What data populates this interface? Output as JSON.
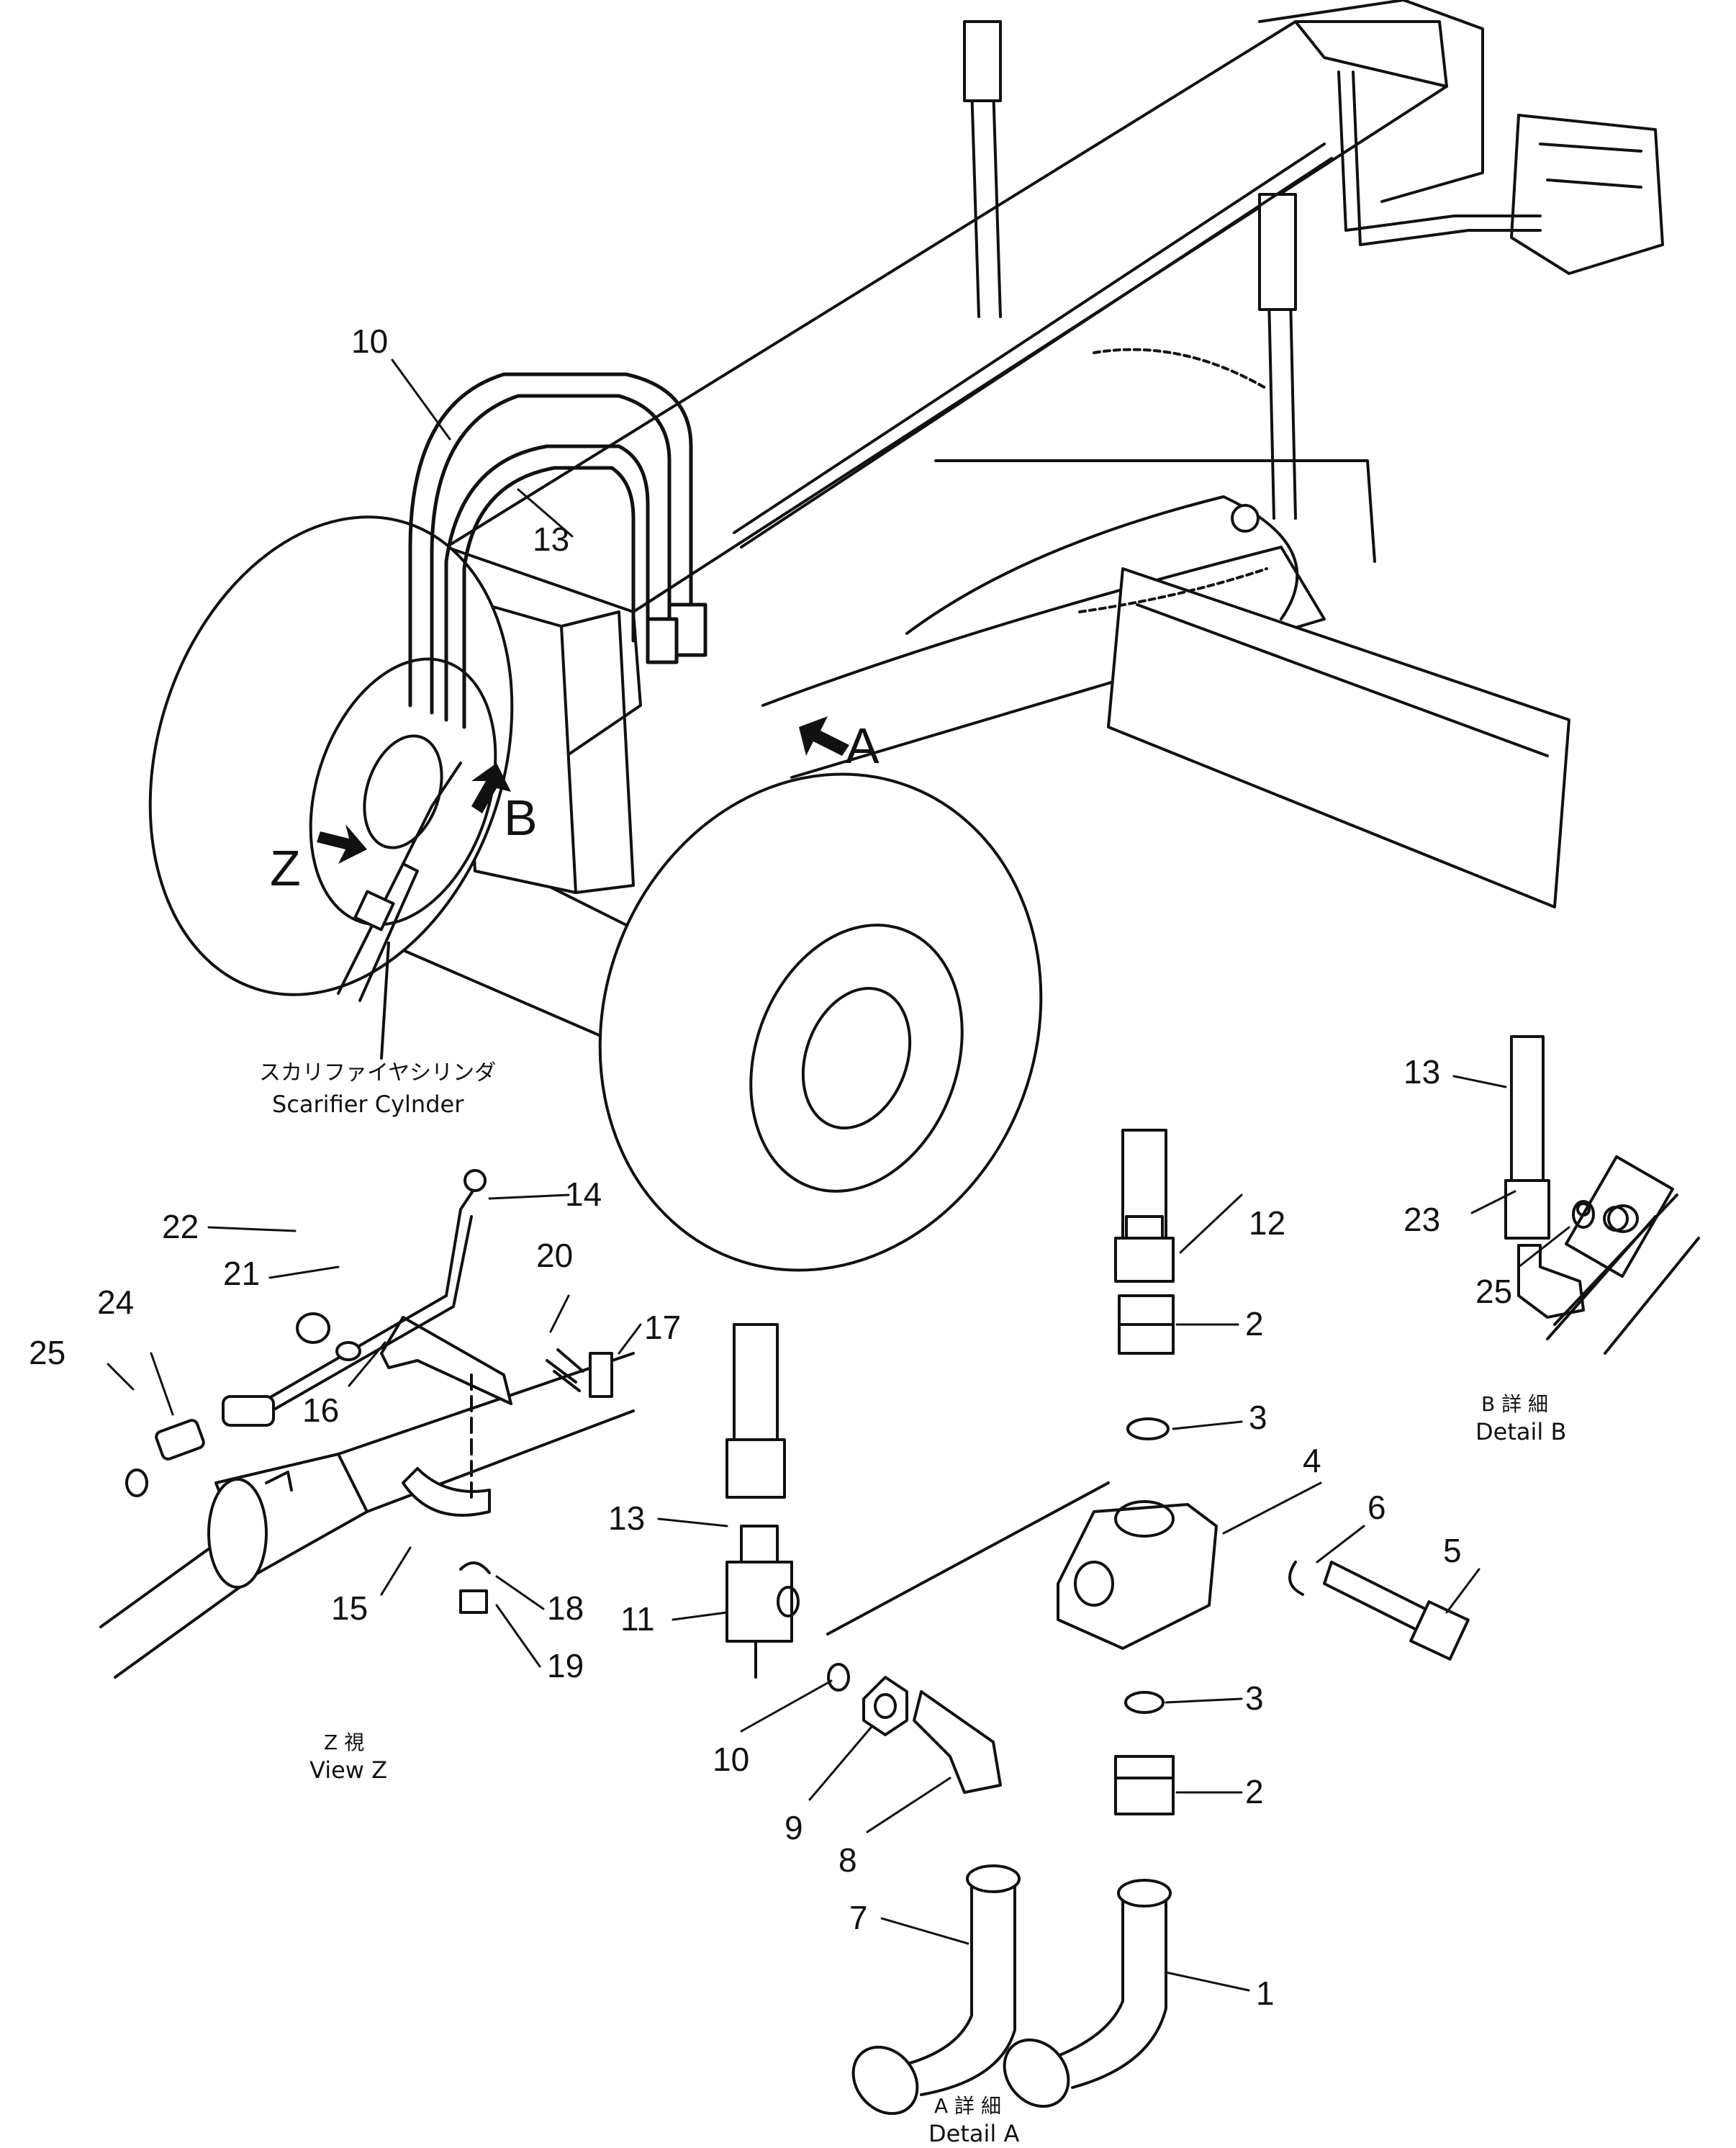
{
  "view_letters": {
    "a": "A",
    "b": "B",
    "z": "Z"
  },
  "scarifier": {
    "jp": "スカリファイヤシリンダ",
    "en": "Scarifier Cylnder"
  },
  "detail_b": {
    "jp": "B 詳 細",
    "en": "Detail B"
  },
  "view_z": {
    "jp": "Z 視",
    "en": "View Z"
  },
  "detail_a": {
    "jp": "A 詳 細",
    "en": "Detail A"
  },
  "callouts": {
    "c10_main": "10",
    "c13_main": "13",
    "c13_b": "13",
    "c23": "23",
    "c25_b": "25",
    "c14": "14",
    "c22": "22",
    "c21": "21",
    "c20": "20",
    "c24": "24",
    "c25_z": "25",
    "c16": "16",
    "c17": "17",
    "c15": "15",
    "c18": "18",
    "c19": "19",
    "c12": "12",
    "c2_top": "2",
    "c3_top": "3",
    "c4": "4",
    "c6": "6",
    "c5": "5",
    "c13_a": "13",
    "c11": "11",
    "c10_a": "10",
    "c9": "9",
    "c8": "8",
    "c3_bot": "3",
    "c2_bot": "2",
    "c7": "7",
    "c1": "1"
  }
}
